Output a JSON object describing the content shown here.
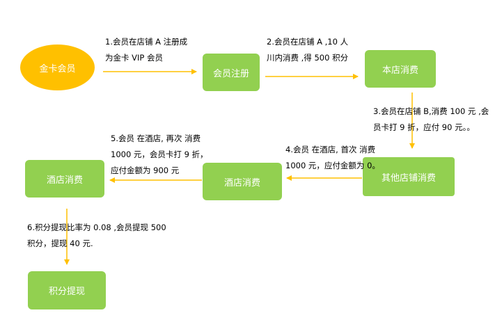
{
  "nodes": {
    "gold_member": "金卡会员",
    "member_register": "会员注册",
    "local_consume": "本店消费",
    "other_store_consume": "其他店铺消费",
    "hotel_consume_1": "酒店消费",
    "hotel_consume_2": "酒店消费",
    "points_withdraw": "积分提现"
  },
  "steps": {
    "step1": "1.会员在店铺 A 注册成\n为金卡 VIP 会员",
    "step2": "2.会员在店铺 A ,10 人\n川内消费 ,得 500 积分",
    "step3": "3.会员在店铺 B,消费 100 元 ,会\n员卡打 9 折，应付 90 元。。",
    "step4": "4.会员 在酒店, 首次 消费\n1000 元，应付金额为 0。",
    "step5": "5.会员 在酒店, 再次 消费\n1000 元，会员卡打 9 折，\n应付金额为 900 元",
    "step6": "6.积分提现比率为 0.08    ,会员提现 500\n积分，提现 40 元."
  },
  "colors": {
    "node_fill": "#92d050",
    "ellipse_fill": "#ffc000",
    "arrow": "#ffc000"
  }
}
